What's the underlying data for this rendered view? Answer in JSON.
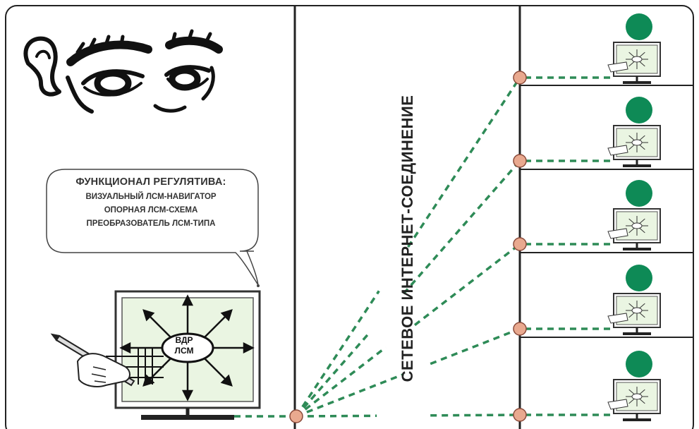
{
  "callout": {
    "title": "ФУНКЦИОНАЛ РЕГУЛЯТИВА:",
    "lines": [
      "ВИЗУАЛЬНЫЙ ЛСМ-НАВИГАТОР",
      "ОПОРНАЯ ЛСМ-СХЕМА",
      "ПРЕОБРАЗОВАТЕЛЬ ЛСМ-ТИПА"
    ]
  },
  "vertical_label": "СЕТЕВОЕ ИНТЕРНЕТ-СОЕДИНЕНИЕ",
  "screen_label": {
    "line1": "ВДР",
    "line2": "ЛСМ"
  },
  "colors": {
    "frame": "#222222",
    "dash": "#2e8b57",
    "node_fill": "#e9a98f",
    "node_stroke": "#8a4a3a",
    "user_green": "#0e8a56",
    "screen_fill": "#eaf5e2",
    "screen_border": "#333333"
  },
  "icons": [
    "eyes-illustration",
    "hand-with-pen-icon",
    "user-workstation-icon"
  ],
  "workstations": [
    {
      "id": "ws-1"
    },
    {
      "id": "ws-2"
    },
    {
      "id": "ws-3"
    },
    {
      "id": "ws-4"
    },
    {
      "id": "ws-5"
    }
  ]
}
